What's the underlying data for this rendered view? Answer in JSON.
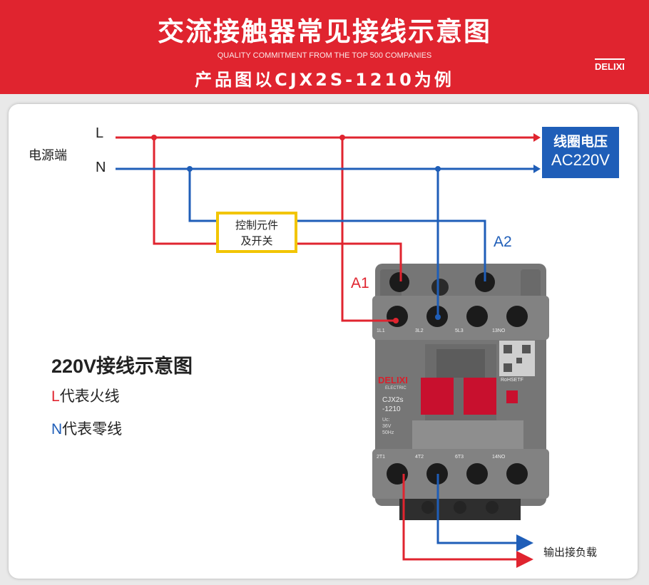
{
  "header": {
    "title": "交流接触器常见接线示意图",
    "subtitle": "QUALITY COMMITMENT FROM THE TOP 500 COMPANIES",
    "example": "产品图以CJX2S-1210为例",
    "brand": "DELIXI"
  },
  "diagram": {
    "source_label": "电源端",
    "line_L": "L",
    "line_N": "N",
    "coil_voltage_line1": "线圈电压",
    "coil_voltage_line2": "AC220V",
    "control_line1": "控制元件",
    "control_line2": "及开关",
    "terminal_A1": "A1",
    "terminal_A2": "A2",
    "output_label": "输出接负载"
  },
  "legend": {
    "title": "220V接线示意图",
    "L_letter": "L",
    "L_text": "代表火线",
    "N_letter": "N",
    "N_text": "代表零线"
  },
  "contactor": {
    "brand": "DELIXI",
    "brand_sub": "ELECTRIC",
    "model_line1": "CJX2s",
    "model_line2": "-1210",
    "rating_line1": "Uc:",
    "rating_line2": "36V",
    "rating_line3": "50Hz",
    "qr_text": "RoHSETF",
    "top_terminals": [
      "1L1",
      "3L2",
      "5L3",
      "13NO"
    ],
    "bottom_terminals": [
      "2T1",
      "4T2",
      "6T3",
      "14NO"
    ]
  },
  "colors": {
    "banner_red": "#e0242f",
    "wire_red": "#e0242f",
    "wire_blue": "#1f5eb8",
    "coil_box": "#1f5eb8",
    "switch_border": "#f2c500",
    "body_gray": "#7a7a7a"
  }
}
